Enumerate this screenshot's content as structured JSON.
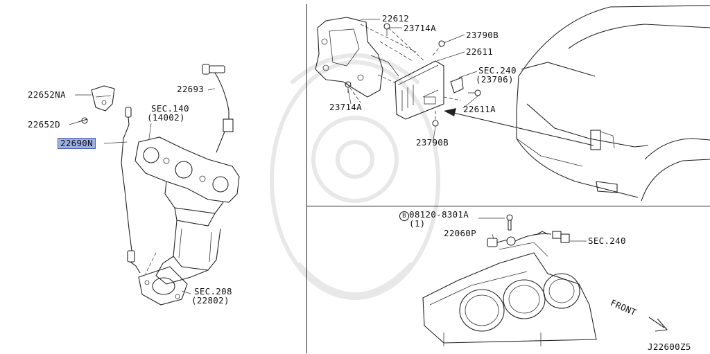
{
  "diagram_id": "J22600Z5",
  "labels": {
    "p22652na": "22652NA",
    "p22652d": "22652D",
    "p22690n": "22690N",
    "p22693": "22693",
    "sec140": "SEC.140",
    "sec140_ref": "(14002)",
    "sec208": "SEC.208",
    "sec208_ref": "(22802)",
    "p22612": "22612",
    "p23714a_top": "23714A",
    "p23790b_top": "23790B",
    "p22611": "22611",
    "sec240a": "SEC.240",
    "sec240a_ref": "(23706)",
    "p22611a": "22611A",
    "p23714a_bottom": "23714A",
    "p23790b_bottom": "23790B",
    "bolt_code": "08120-8301A",
    "bolt_prefix": "B",
    "bolt_qty": "(1)",
    "p22060p": "22060P",
    "sec240b": "SEC.240",
    "front": "FRONT"
  },
  "highlight": {
    "part": "22690N",
    "color": "#9db0e6"
  }
}
